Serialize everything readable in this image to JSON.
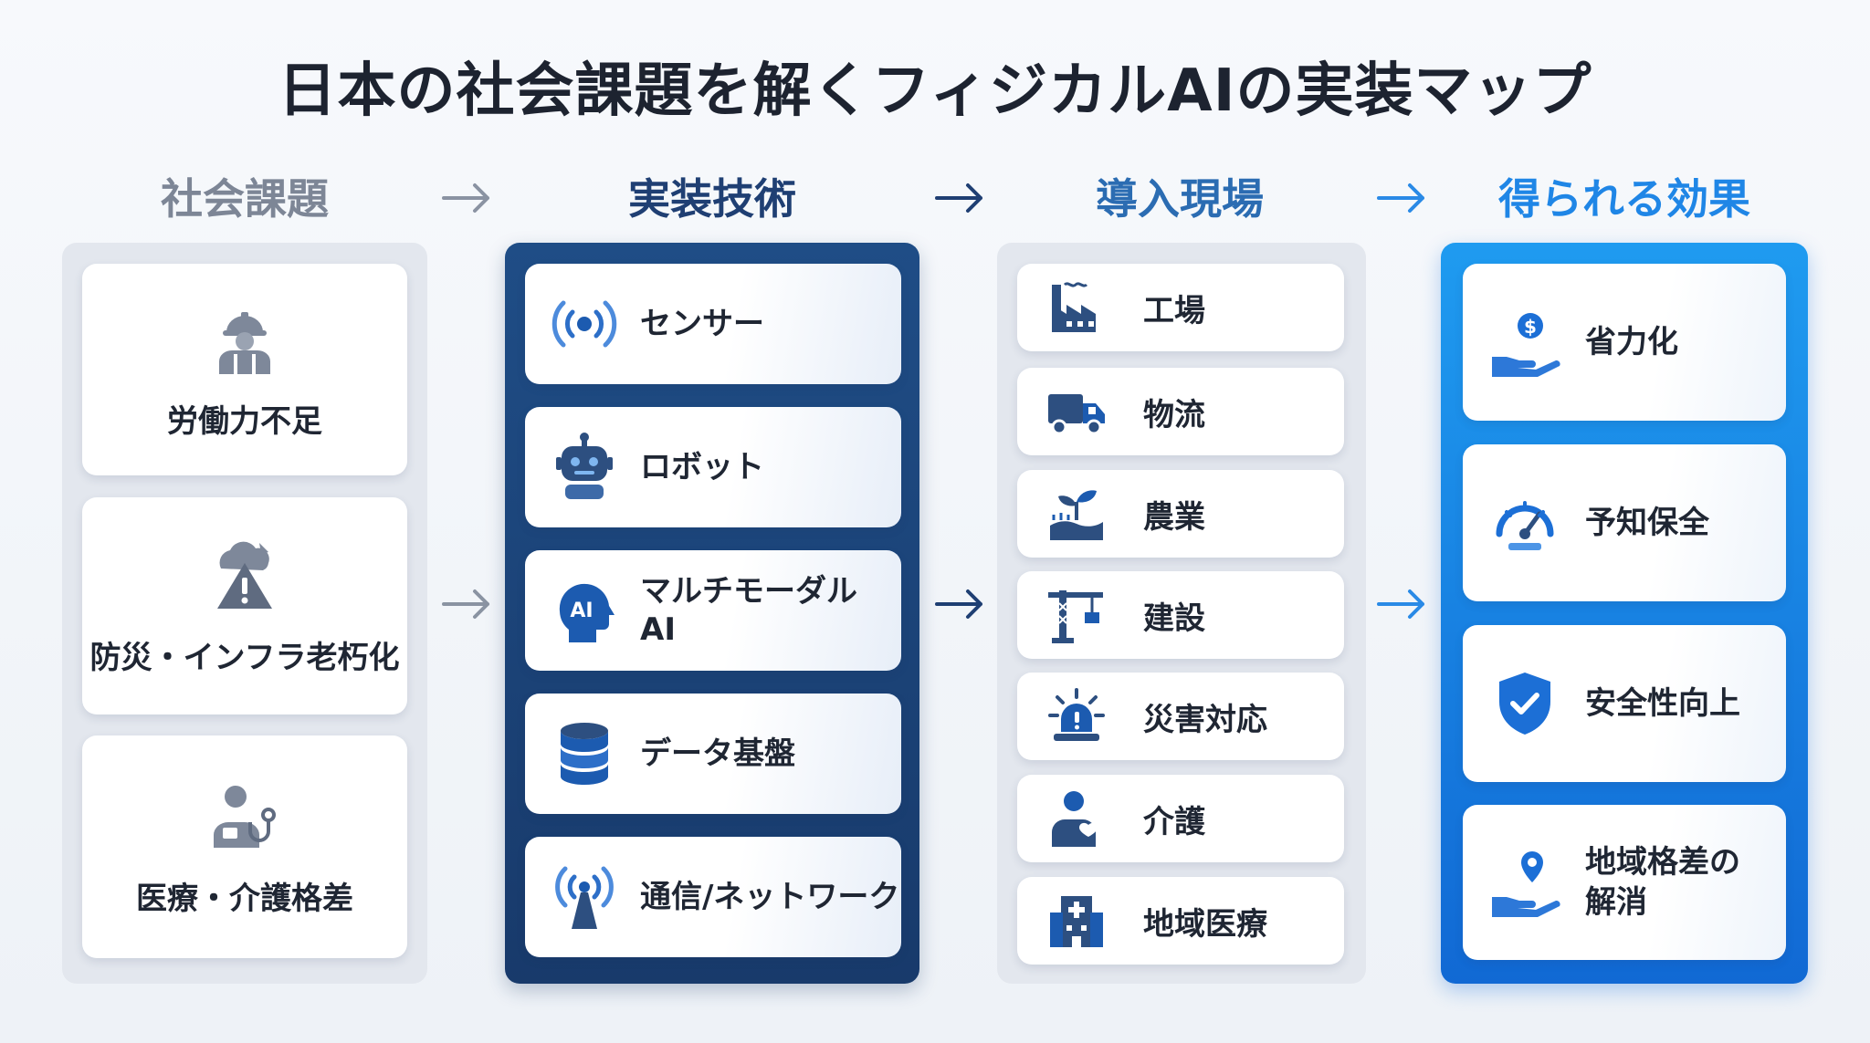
{
  "title": "日本の社会課題を解くフィジカルAIの実装マップ",
  "columns": [
    {
      "heading": "社会課題"
    },
    {
      "heading": "実装技術"
    },
    {
      "heading": "導入現場"
    },
    {
      "heading": "得られる効果"
    }
  ],
  "issues": [
    {
      "label": "労働力不足",
      "icon": "worker-icon"
    },
    {
      "label": "防災・インフラ老朽化",
      "icon": "disaster-warning-icon"
    },
    {
      "label": "医療・介護格差",
      "icon": "doctor-stethoscope-icon"
    }
  ],
  "technologies": [
    {
      "label": "センサー",
      "icon": "sensor-icon"
    },
    {
      "label": "ロボット",
      "icon": "robot-icon"
    },
    {
      "label_line1": "マルチモーダル",
      "label_line2": "AI",
      "icon": "ai-head-icon"
    },
    {
      "label": "データ基盤",
      "icon": "database-icon"
    },
    {
      "label": "通信/ネットワーク",
      "icon": "antenna-icon"
    }
  ],
  "sites": [
    {
      "label": "工場",
      "icon": "factory-icon"
    },
    {
      "label": "物流",
      "icon": "truck-icon"
    },
    {
      "label": "農業",
      "icon": "plant-icon"
    },
    {
      "label": "建設",
      "icon": "crane-icon"
    },
    {
      "label": "災害対応",
      "icon": "siren-icon"
    },
    {
      "label": "介護",
      "icon": "caregiver-icon"
    },
    {
      "label": "地域医療",
      "icon": "hospital-icon"
    }
  ],
  "effects": [
    {
      "label": "省力化",
      "icon": "hand-coin-icon"
    },
    {
      "label": "予知保全",
      "icon": "gauge-icon"
    },
    {
      "label": "安全性向上",
      "icon": "shield-check-icon"
    },
    {
      "label_line1": "地域格差の",
      "label_line2": "解消",
      "icon": "hand-location-icon"
    }
  ],
  "colors": {
    "navy": "#1f4d86",
    "blue": "#1f86e6",
    "icon_dark": "#2d4f80",
    "icon_blue": "#1c6fd6"
  }
}
